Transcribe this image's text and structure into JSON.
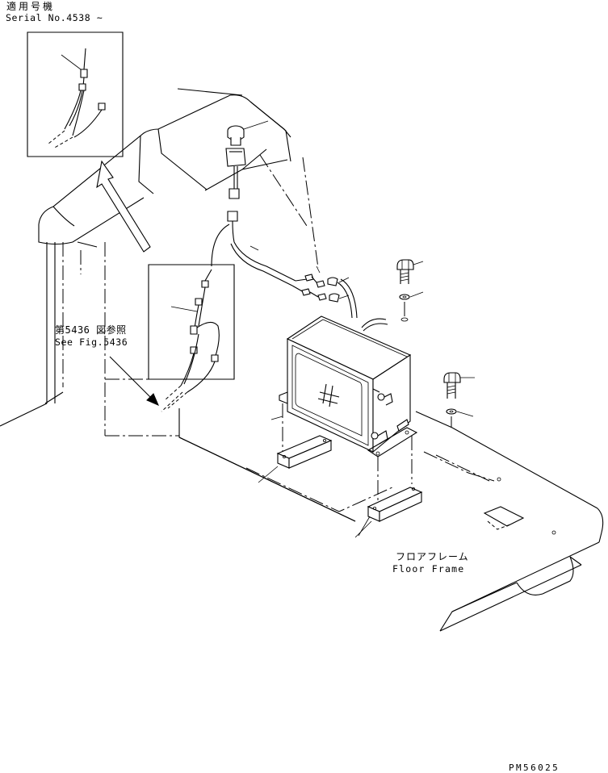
{
  "labels": {
    "serial_jp": "適用号機",
    "serial_en": "Serial No.4538 ~",
    "ref_jp": "第5436 図参照",
    "ref_en": "See Fig.5436",
    "floor_jp": "フロアフレーム",
    "floor_en": "Floor Frame",
    "drawing_code": "PM56025"
  }
}
